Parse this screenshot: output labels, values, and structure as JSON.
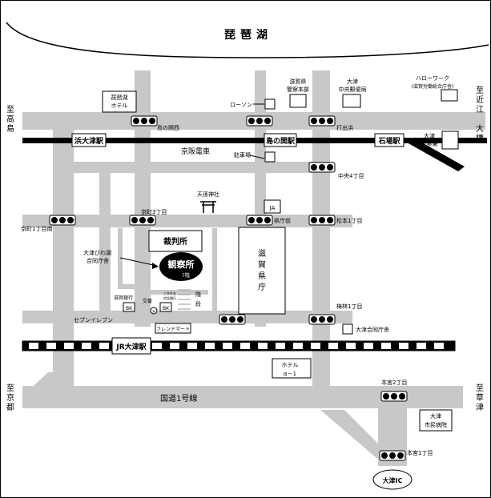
{
  "lake": "琵琶湖",
  "directions": {
    "takashima": [
      "至",
      "高",
      "島"
    ],
    "omi_omiya": [
      "至",
      "近",
      "江",
      "大",
      "橋"
    ],
    "kyoto": [
      "至",
      "京",
      "都"
    ],
    "kusatsu": [
      "至",
      "草",
      "津"
    ]
  },
  "stations": {
    "hamaotsu": "浜大津駅",
    "shimanoseki": "島の関駅",
    "ishiba": "石場駅",
    "jr_otsu": "JR大津駅"
  },
  "railways": {
    "keihan": "京阪電車",
    "route1": "国道1号線"
  },
  "landmarks": {
    "biwako_hotel": [
      "琵琶湖",
      "ホテル"
    ],
    "police_hq": [
      "滋賀県",
      "警察本部"
    ],
    "post_office": [
      "大津",
      "中央郵便局"
    ],
    "hello_work": [
      "ハローワーク",
      "(滋賀労働総合庁舎)"
    ],
    "lawson": "ローソン",
    "otsu_police": [
      "大津",
      "警察署"
    ],
    "parking": "駐車場",
    "tenson_shrine": "天孫神社",
    "ja": "JA",
    "courthouse": "裁判所",
    "observatory": "観察所",
    "observatory_floor": "7階",
    "otsu_biwako_gov": [
      "大津びわ湖",
      "合同庁舎"
    ],
    "shiga_pref_office": [
      "滋",
      "賀",
      "県",
      "庁"
    ],
    "shiga_bank": "滋賀銀行",
    "bk1": "BK",
    "koban": "交番",
    "trust_bank": [
      "三井住友",
      "信託銀行"
    ],
    "bk2": "BK",
    "stairs": [
      "階",
      "段"
    ],
    "seven_eleven": "セブンイレブン",
    "friend_mart": "フレンドマート",
    "otsu_gov_bldg": "大津合同庁舎",
    "hotel_alpha": [
      "ホテル",
      "α－1"
    ],
    "otsu_hospital": [
      "大津",
      "市民病院"
    ],
    "otsu_ic": "大津IC"
  },
  "intersections": {
    "shimanoseki_w": "島の関西",
    "uchidehama": "打出浜",
    "chuo4": "中央4丁目",
    "kyomachi3": "京町3丁目",
    "kencho_mae": "県庁前",
    "matsumoto1": "松本1丁目",
    "kyomachi1_minami": "京町1丁目南",
    "umebayashi1": "梅林1丁目",
    "hongu2": "本宮2丁目",
    "hongu1": "本宮1丁目"
  }
}
